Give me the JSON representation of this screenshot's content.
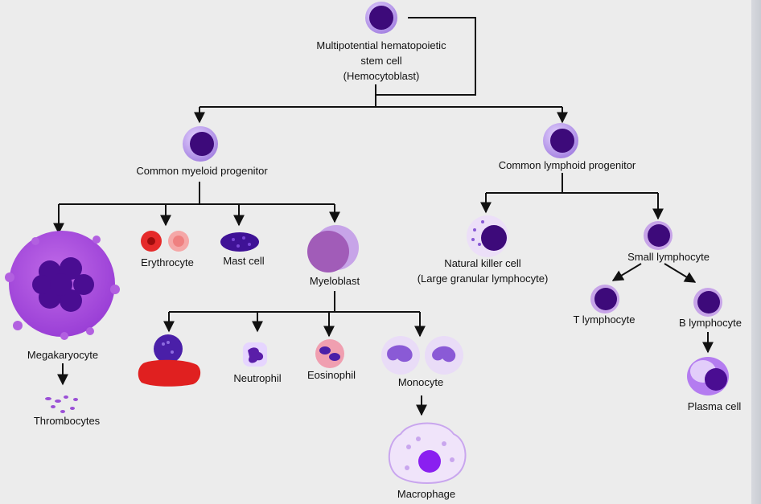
{
  "nodes": {
    "stem": {
      "line1": "Multipotential hematopoietic",
      "line2": "stem cell",
      "line3": "(Hemocytoblast)"
    },
    "myeloid": "Common myeloid progenitor",
    "lymphoid": "Common lymphoid progenitor",
    "megakaryocyte": "Megakaryocyte",
    "thrombocytes": "Thrombocytes",
    "erythrocyte": "Erythrocyte",
    "mast": "Mast cell",
    "myeloblast": "Myeloblast",
    "neutrophil": "Neutrophil",
    "eosinophil": "Eosinophil",
    "monocyte": "Monocyte",
    "macrophage": "Macrophage",
    "nk_line1": "Natural killer cell",
    "nk_line2": "(Large granular lymphocyte)",
    "small_lymph": "Small lymphocyte",
    "t_lymph": "T lymphocyte",
    "b_lymph": "B lymphocyte",
    "plasma": "Plasma cell"
  },
  "colors": {
    "cell_outer": "#b79ae8",
    "cell_nucleus": "#3d0a7a",
    "line": "#111111",
    "redaction": "#e02020",
    "erythrocyte": "#e52a2a",
    "background": "#ececec"
  }
}
